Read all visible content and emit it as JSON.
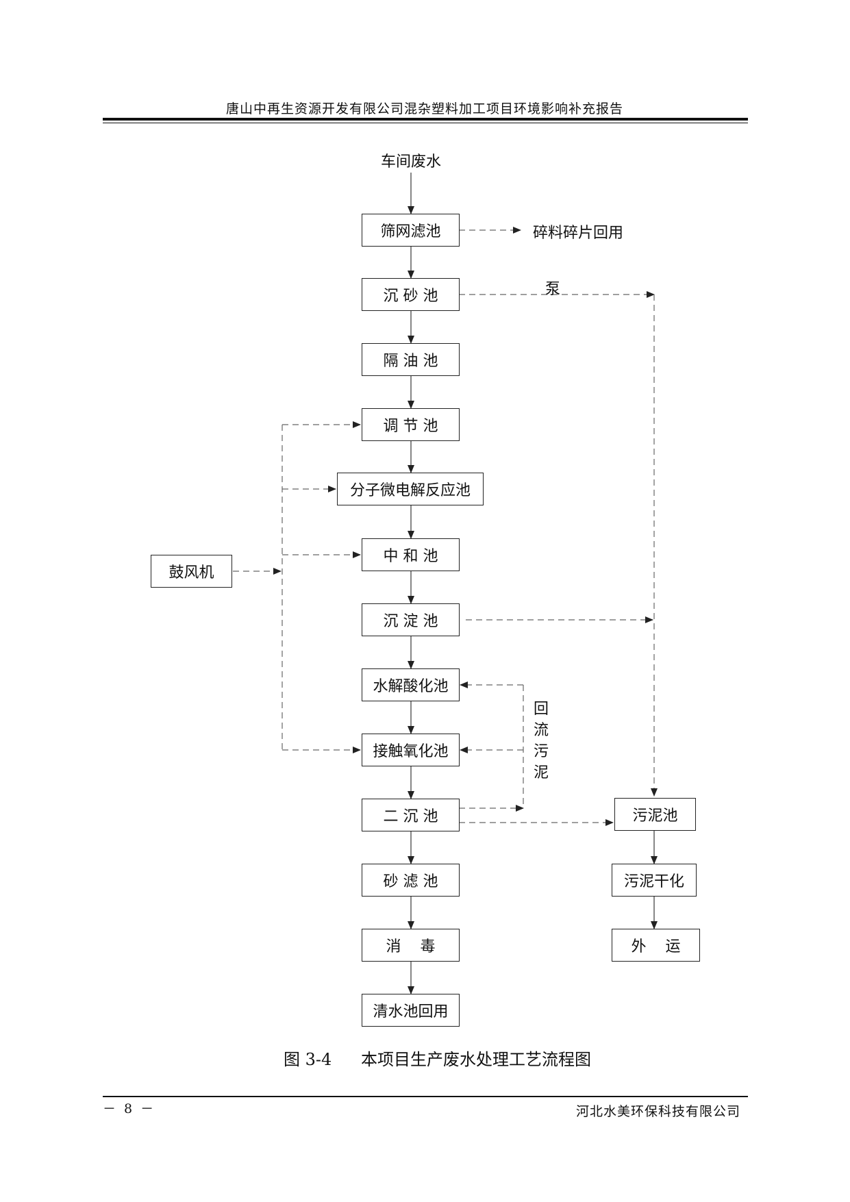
{
  "header": {
    "title": "唐山中再生资源开发有限公司混杂塑料加工项目环境影响补充报告"
  },
  "diagram": {
    "source_label": "车间废水",
    "main_chain": [
      "筛网滤池",
      "沉 砂 池",
      "隔 油 池",
      "调 节 池",
      "分子微电解反应池",
      "中 和 池",
      "沉 淀 池",
      "水解酸化池",
      "接触氧化池",
      "二 沉 池",
      "砂 滤 池",
      "消    毒",
      "清水池回用"
    ],
    "blower": "鼓风机",
    "scrap_output": "碎料碎片回用",
    "pump_label": "泵",
    "return_sludge_label": [
      "回",
      "流",
      "污",
      "泥"
    ],
    "sludge_chain": [
      "污泥池",
      "污泥干化",
      "外    运"
    ]
  },
  "caption": {
    "number": "图 3-4",
    "text": "本项目生产废水处理工艺流程图"
  },
  "footer": {
    "page": "－ 8 －",
    "company": "河北水美环保科技有限公司"
  }
}
